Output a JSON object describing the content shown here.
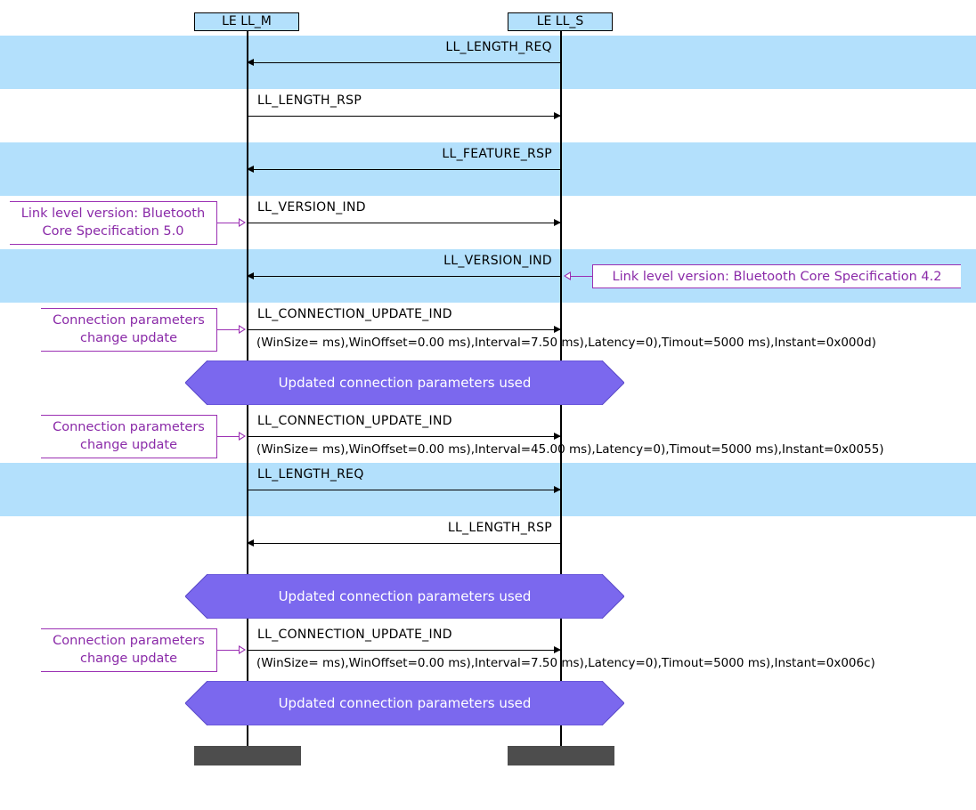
{
  "lifelines": {
    "master": "LE LL_M",
    "slave": "LE LL_S"
  },
  "colors": {
    "band": "#b3e0fc",
    "hexagon": "#7b68ee",
    "note": "#8a2aa8",
    "footer": "#4d4d4d"
  },
  "messages": [
    {
      "label": "LL_LENGTH_REQ",
      "direction": "S->M"
    },
    {
      "label": "LL_LENGTH_RSP",
      "direction": "M->S"
    },
    {
      "label": "LL_FEATURE_RSP",
      "direction": "S->M"
    },
    {
      "label": "LL_VERSION_IND",
      "direction": "M->S"
    },
    {
      "label": "LL_VERSION_IND",
      "direction": "S->M"
    },
    {
      "label": "LL_CONNECTION_UPDATE_IND",
      "direction": "M->S",
      "params": "(WinSize= ms),WinOffset=0.00  ms),Interval=7.50  ms),Latency=0),Timout=5000  ms),Instant=0x000d)"
    },
    {
      "label": "LL_CONNECTION_UPDATE_IND",
      "direction": "M->S",
      "params": "(WinSize= ms),WinOffset=0.00  ms),Interval=45.00  ms),Latency=0),Timout=5000  ms),Instant=0x0055)"
    },
    {
      "label": "LL_LENGTH_REQ",
      "direction": "M->S"
    },
    {
      "label": "LL_LENGTH_RSP",
      "direction": "S->M"
    },
    {
      "label": "LL_CONNECTION_UPDATE_IND",
      "direction": "M->S",
      "params": "(WinSize= ms),WinOffset=0.00  ms),Interval=7.50  ms),Latency=0),Timout=5000  ms),Instant=0x006c)"
    }
  ],
  "notes": {
    "version_master": [
      "Link level version: Bluetooth",
      "Core Specification 5.0"
    ],
    "version_slave": "Link level version: Bluetooth Core Specification 4.2",
    "conn_update": [
      "Connection parameters",
      "change update"
    ]
  },
  "states": [
    "Updated connection parameters used",
    "Updated connection parameters used",
    "Updated connection parameters used"
  ]
}
